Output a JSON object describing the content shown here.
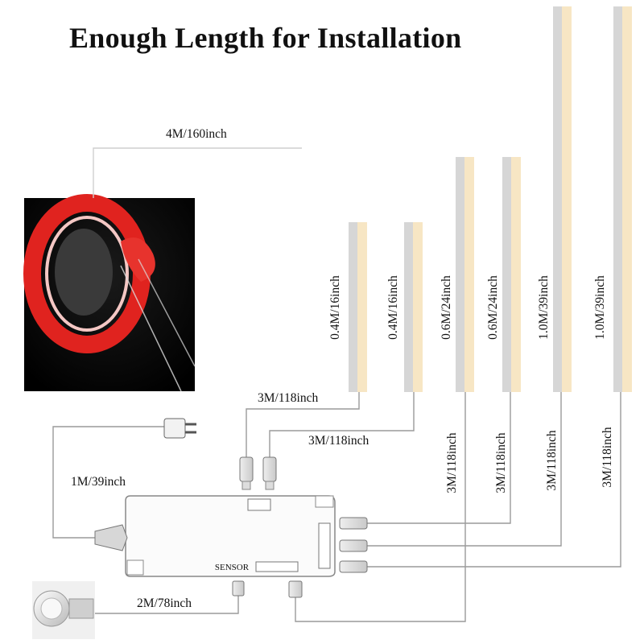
{
  "title": "Enough Length for Installation",
  "tape_cable_label": "4M/160inch",
  "power_cable_label": "1M/39inch",
  "sensor_cable_label": "2M/78inch",
  "box_sensor_label": "SENSOR",
  "strips": [
    {
      "label": "0.4M/16inch",
      "cable_label": "3M/118inch"
    },
    {
      "label": "0.4M/16inch",
      "cable_label": "3M/118inch"
    },
    {
      "label": "0.6M/24inch",
      "cable_label": "3M/118inch"
    },
    {
      "label": "0.6M/24inch",
      "cable_label": "3M/118inch"
    },
    {
      "label": "1.0M/39inch",
      "cable_label": "3M/118inch"
    },
    {
      "label": "1.0M/39inch",
      "cable_label": "3M/118inch"
    }
  ],
  "colors": {
    "strip_warm": "#f7e6c4",
    "strip_grey": "#d6d6d6",
    "wire": "#9a9a9a",
    "tape_red": "#e0231f"
  }
}
